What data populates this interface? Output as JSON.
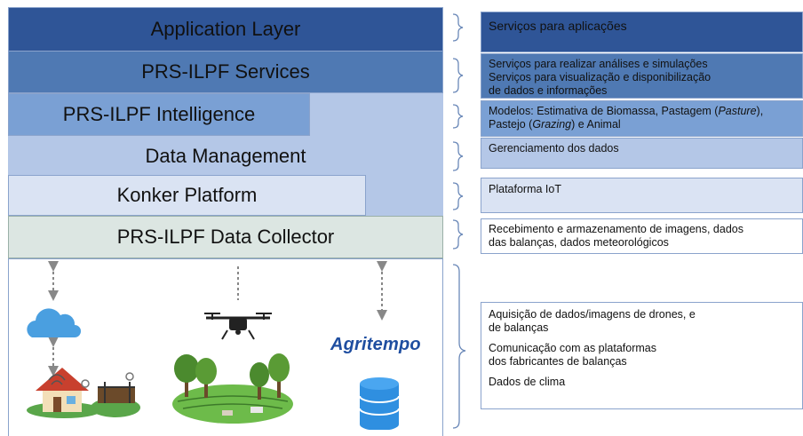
{
  "layers": {
    "application": "Application Layer",
    "services": "PRS-ILPF Services",
    "intelligence": "PRS-ILPF Intelligence",
    "data_management": "Data Management",
    "konker": "Konker Platform",
    "collector": "PRS-ILPF Data Collector"
  },
  "descriptions": {
    "application": [
      "Serviços para aplicações"
    ],
    "services": [
      "Serviços para realizar análises e simulações",
      "Serviços para visualização e disponibilização",
      "de dados e informações"
    ],
    "intelligence": {
      "line1_prefix": "Modelos: Estimativa de Biomassa, Pastagem (",
      "line1_em": "Pasture",
      "line1_suffix": "),",
      "line2_prefix": "Pastejo (",
      "line2_em": "Grazing",
      "line2_suffix": ") e Animal"
    },
    "data_management": [
      "Gerenciamento dos dados"
    ],
    "konker": [
      "Plataforma IoT"
    ],
    "collector": [
      "Recebimento e armazenamento de imagens, dados",
      "das balanças, dados meteorológicos"
    ],
    "sources": {
      "group1": [
        "Aquisição de dados/imagens de drones,  e",
        "de balanças"
      ],
      "group2": [
        "Comunicação com as plataformas",
        "dos fabricantes de balanças"
      ],
      "group3": [
        "Dados de clima"
      ]
    }
  },
  "logo_text": "Agritempo",
  "icons": [
    "cloud-icon",
    "house-icon",
    "scale-icon",
    "drone-icon",
    "farm-icon",
    "database-icon"
  ],
  "colors": {
    "application": "#2f5597",
    "services": "#4f79b3",
    "intelligence": "#7aa0d4",
    "data_management": "#b4c7e7",
    "konker": "#dae3f3",
    "collector": "#dce6e2"
  }
}
